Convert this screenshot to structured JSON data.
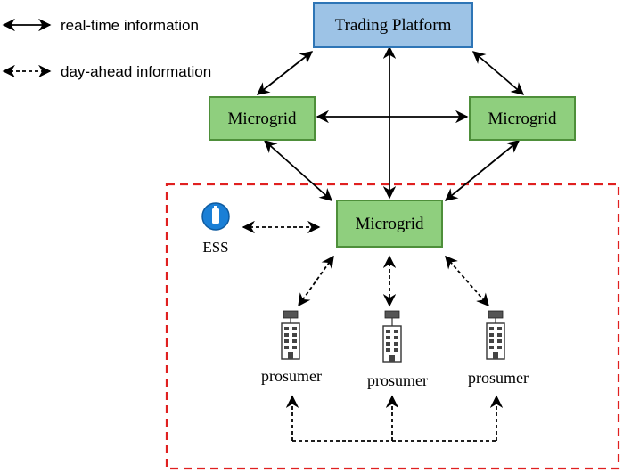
{
  "legend": {
    "realtime_label": "real-time information",
    "dayahead_label": "day-ahead information"
  },
  "nodes": {
    "trading_platform": "Trading Platform",
    "microgrid_left": "Microgrid",
    "microgrid_right": "Microgrid",
    "microgrid_local": "Microgrid",
    "ess": "ESS",
    "prosumers": [
      "prosumer",
      "prosumer",
      "prosumer"
    ]
  },
  "colors": {
    "trading_fill": "#9DC3E6",
    "trading_border": "#2E75B6",
    "microgrid_fill": "#8FCF7E",
    "microgrid_border": "#4E8F3A",
    "region_border": "#E02020",
    "ess_icon": "#1A7FD6"
  }
}
